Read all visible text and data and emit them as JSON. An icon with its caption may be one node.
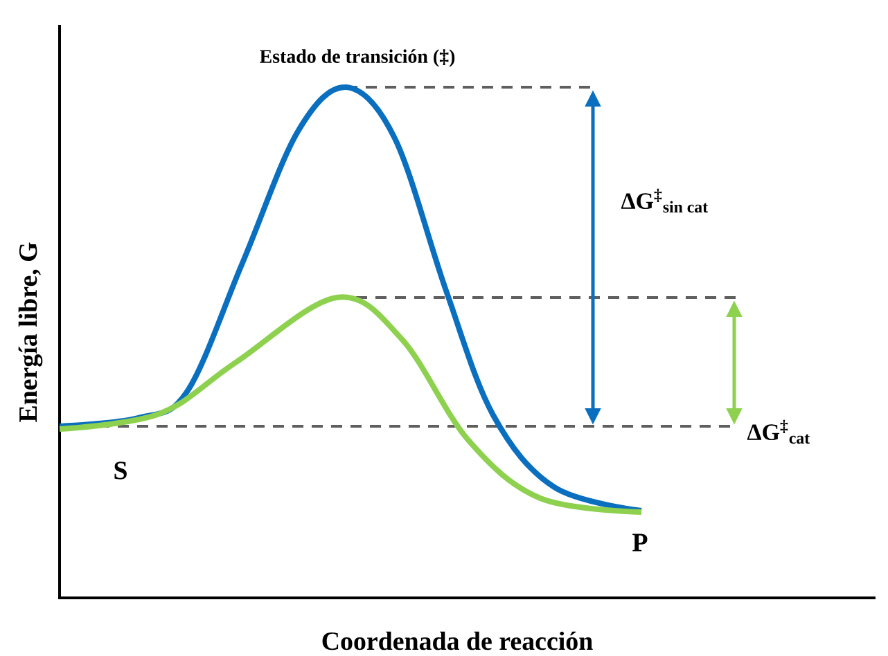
{
  "diagram": {
    "labels": [
      "Estado de transición (‡)",
      "ΔG$^{‡}$$_{sin cat}$",
      "Energía libre, G",
      "ΔG$^{‡}$$_{cat}$",
      "S",
      "P",
      "Coordenada de reacción"
    ]
  }
}
